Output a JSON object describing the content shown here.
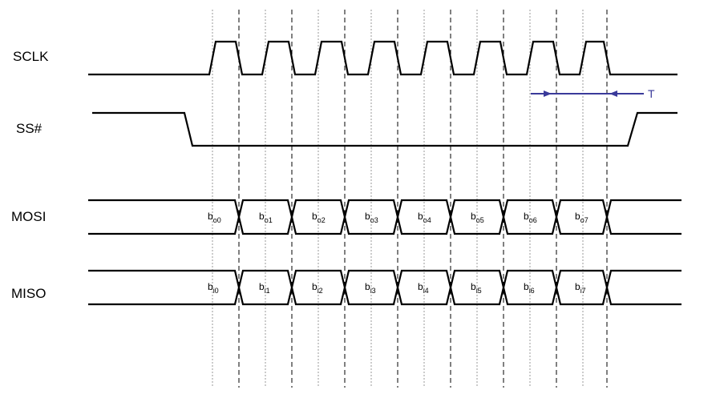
{
  "signals": {
    "sclk": "SCLK",
    "ss": "SS#",
    "mosi": "MOSI",
    "miso": "MISO"
  },
  "mosi_bits": [
    {
      "base": "b",
      "sub": "o0"
    },
    {
      "base": "b",
      "sub": "o1"
    },
    {
      "base": "b",
      "sub": "o2"
    },
    {
      "base": "b",
      "sub": "o3"
    },
    {
      "base": "b",
      "sub": "o4"
    },
    {
      "base": "b",
      "sub": "o5"
    },
    {
      "base": "b",
      "sub": "o6"
    },
    {
      "base": "b",
      "sub": "o7"
    }
  ],
  "miso_bits": [
    {
      "base": "b",
      "sub": "i0"
    },
    {
      "base": "b",
      "sub": "i1"
    },
    {
      "base": "b",
      "sub": "i2"
    },
    {
      "base": "b",
      "sub": "i3"
    },
    {
      "base": "b",
      "sub": "i4"
    },
    {
      "base": "b",
      "sub": "i5"
    },
    {
      "base": "b",
      "sub": "i6"
    },
    {
      "base": "b",
      "sub": "i7"
    }
  ],
  "period_label": "T",
  "colors": {
    "wave": "#000000",
    "period": "#3a3a9a",
    "grid_dotted": "#9a9a9a"
  }
}
